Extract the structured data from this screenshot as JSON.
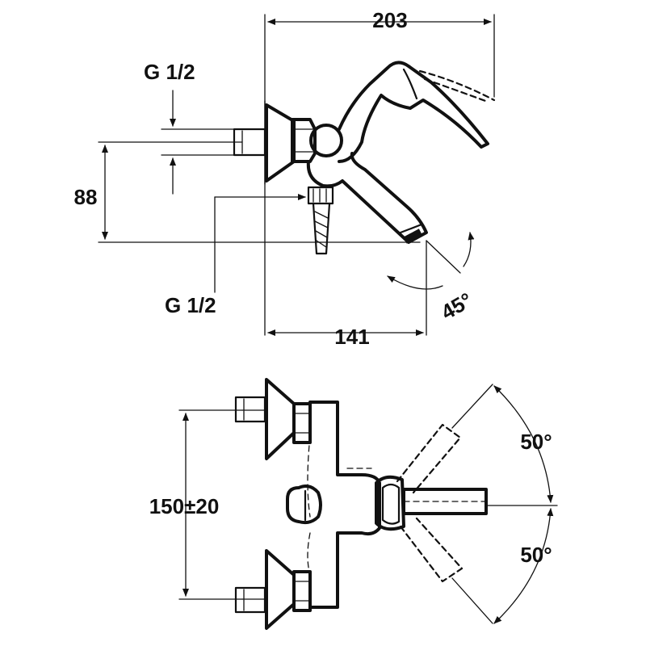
{
  "side_view": {
    "dim_overall_length": "203",
    "dim_spout_projection": "141",
    "dim_height": "88",
    "inlet_thread_top": "G 1/2",
    "outlet_thread_bottom": "G 1/2",
    "spout_angle": "45°"
  },
  "top_view": {
    "dim_inlet_spacing": "150±20",
    "lever_angle_upper": "50°",
    "lever_angle_lower": "50°"
  },
  "colors": {
    "line": "#111111",
    "background": "#ffffff"
  }
}
